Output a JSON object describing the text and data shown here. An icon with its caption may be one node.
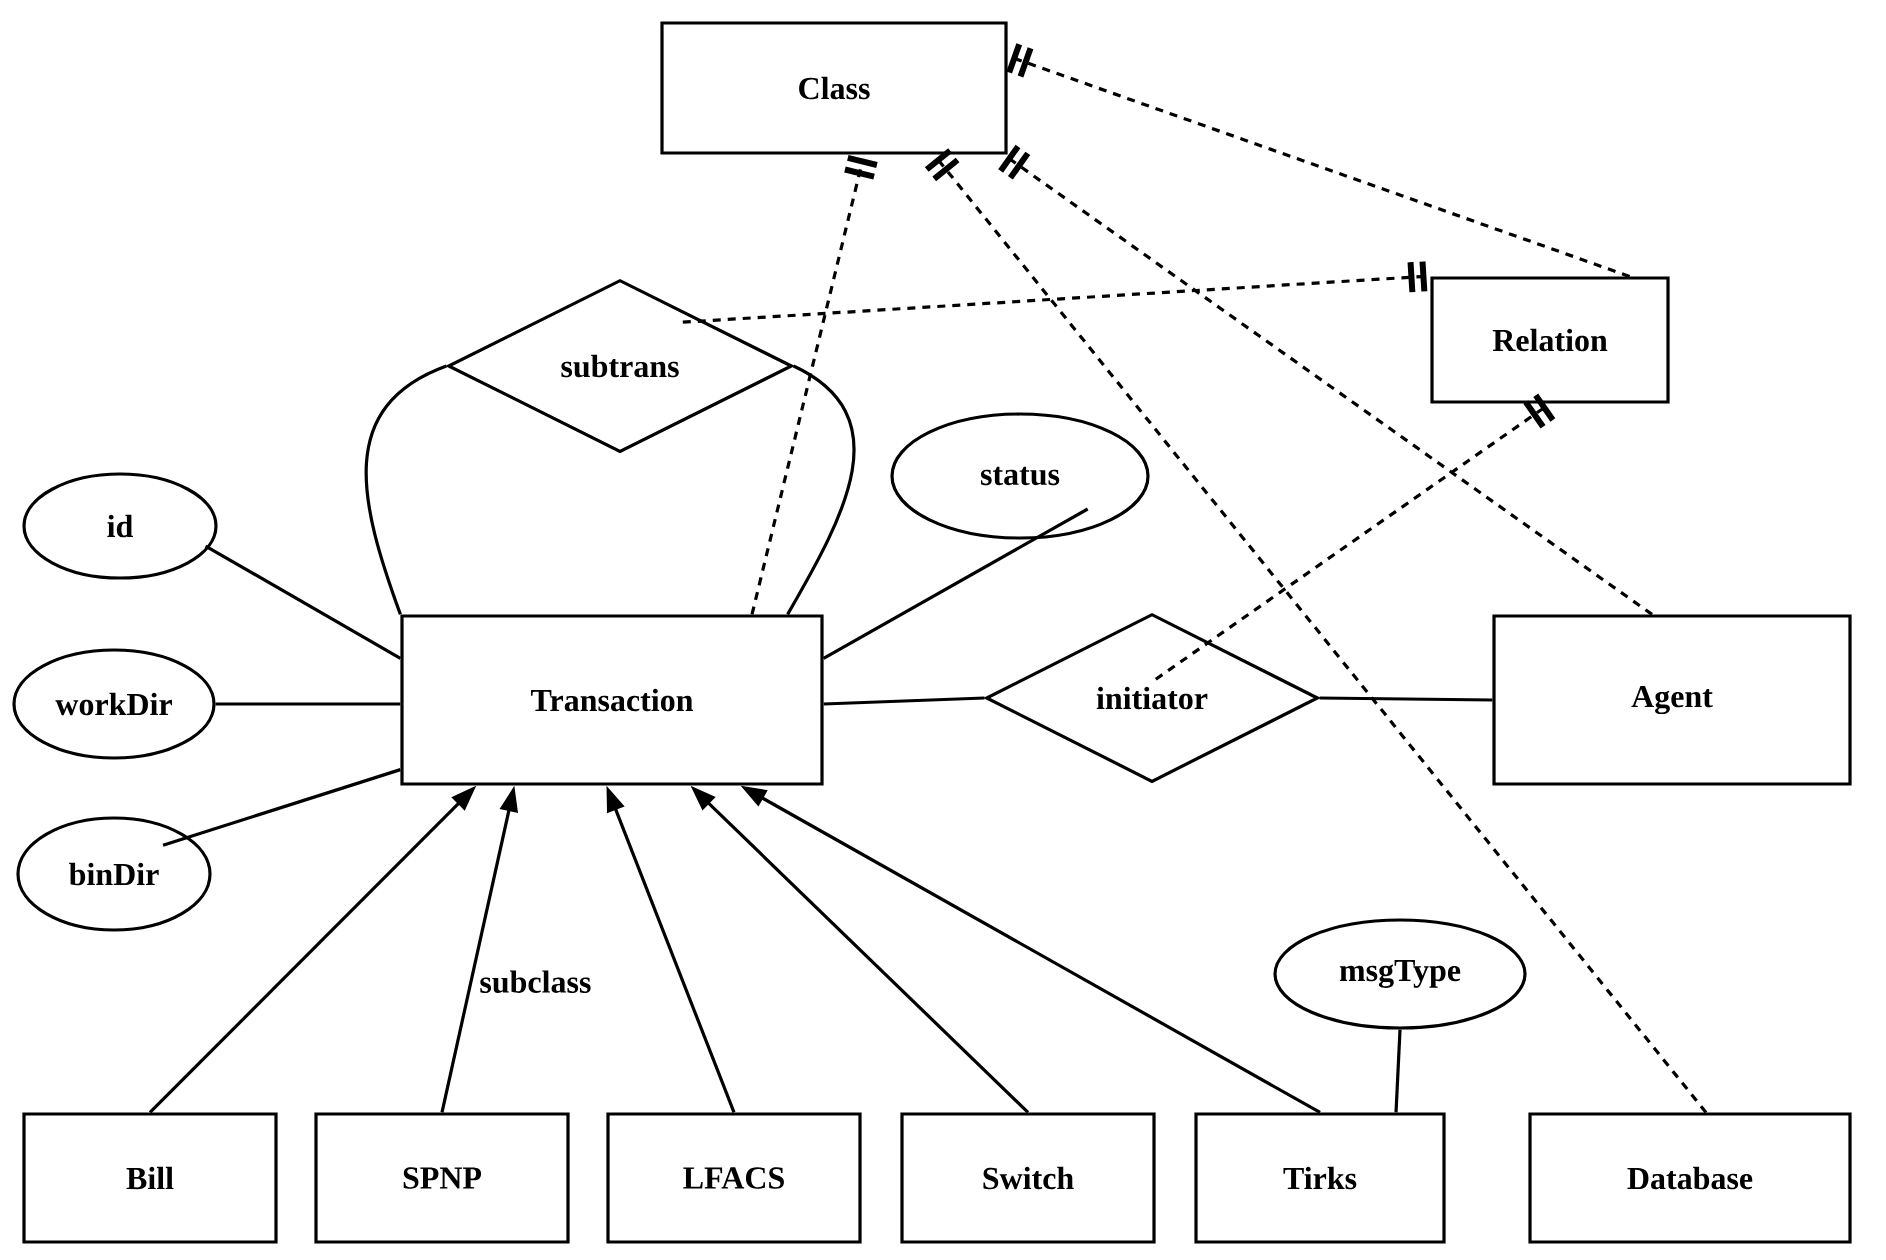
{
  "diagram": {
    "nodes": [
      {
        "text": [
          "Class"
        ]
      },
      {
        "text": [
          "subtrans"
        ]
      },
      {
        "text": [
          "Relation"
        ]
      },
      {
        "text": [
          "id"
        ]
      },
      {
        "text": [
          "status"
        ]
      },
      {
        "text": [
          "workDir"
        ]
      },
      {
        "text": [
          "Transaction"
        ]
      },
      {
        "text": [
          "initiator"
        ]
      },
      {
        "text": [
          "Agent"
        ]
      },
      {
        "text": [
          "binDir"
        ]
      },
      {
        "text": [
          "msgType"
        ]
      },
      {
        "text": [
          "Bill"
        ]
      },
      {
        "text": [
          "SPNP"
        ]
      },
      {
        "text": [
          "LFACS"
        ]
      },
      {
        "text": [
          "Switch"
        ]
      },
      {
        "text": [
          "Tirks"
        ]
      },
      {
        "text": [
          "Database"
        ]
      }
    ],
    "edges": [
      {
        "from": 3,
        "to": 6,
        "arrow": "none"
      },
      {
        "from": 5,
        "to": 6,
        "arrow": "none"
      },
      {
        "from": 9,
        "to": 6,
        "arrow": "none"
      },
      {
        "from": 1,
        "to": 6,
        "arrow": "none"
      },
      {
        "from": 1,
        "to": 6,
        "arrow": "none"
      },
      {
        "from": 4,
        "to": 6,
        "arrow": "none"
      },
      {
        "from": 6,
        "to": 7,
        "arrow": "none"
      },
      {
        "from": 7,
        "to": 8,
        "arrow": "none"
      },
      {
        "from": 6,
        "to": 0,
        "arrow": "other",
        "style": "dashed"
      },
      {
        "from": 1,
        "to": 2,
        "arrow": "other",
        "style": "dashed"
      },
      {
        "from": 7,
        "to": 2,
        "arrow": "other",
        "style": "dashed"
      },
      {
        "from": 2,
        "to": 0,
        "arrow": "other",
        "style": "dashed"
      },
      {
        "from": 8,
        "to": 0,
        "arrow": "other",
        "style": "dashed"
      },
      {
        "from": 16,
        "to": 0,
        "arrow": "other",
        "style": "dashed"
      },
      {
        "from": 11,
        "to": 6,
        "arrow": "to"
      },
      {
        "from": 12,
        "to": 6,
        "arrow": "to",
        "label": "subclass"
      },
      {
        "from": 13,
        "to": 6,
        "arrow": "to"
      },
      {
        "from": 14,
        "to": 6,
        "arrow": "to"
      },
      {
        "from": 15,
        "to": 6,
        "arrow": "to"
      },
      {
        "from": 10,
        "to": 15,
        "arrow": "none"
      }
    ]
  }
}
